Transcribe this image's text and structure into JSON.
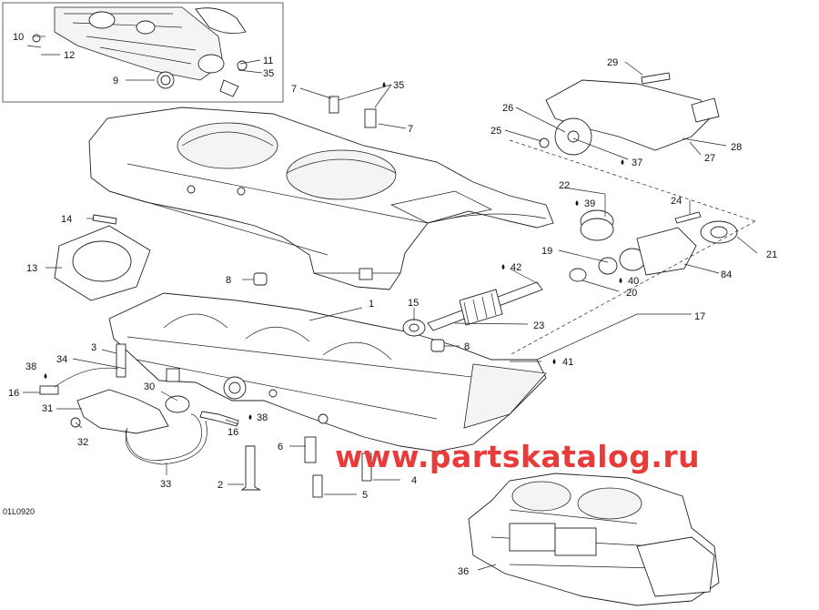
{
  "diagram": {
    "code": "01L0920",
    "watermark": "www.partskatalog.ru",
    "callouts": [
      {
        "id": "10",
        "text": "10"
      },
      {
        "id": "12",
        "text": "12"
      },
      {
        "id": "9",
        "text": "9"
      },
      {
        "id": "11",
        "text": "11"
      },
      {
        "id": "35a",
        "text": "35"
      },
      {
        "id": "7a",
        "text": "7"
      },
      {
        "id": "35b",
        "text": "35"
      },
      {
        "id": "7b",
        "text": "7"
      },
      {
        "id": "29",
        "text": "29"
      },
      {
        "id": "26",
        "text": "26"
      },
      {
        "id": "25",
        "text": "25"
      },
      {
        "id": "28",
        "text": "28"
      },
      {
        "id": "37",
        "text": "37"
      },
      {
        "id": "27",
        "text": "27"
      },
      {
        "id": "22",
        "text": "22"
      },
      {
        "id": "39",
        "text": "39"
      },
      {
        "id": "24",
        "text": "24"
      },
      {
        "id": "21",
        "text": "21"
      },
      {
        "id": "19",
        "text": "19"
      },
      {
        "id": "84",
        "text": "84"
      },
      {
        "id": "42",
        "text": "42"
      },
      {
        "id": "40",
        "text": "40"
      },
      {
        "id": "20",
        "text": "20"
      },
      {
        "id": "14",
        "text": "14"
      },
      {
        "id": "13",
        "text": "13"
      },
      {
        "id": "8a",
        "text": "8"
      },
      {
        "id": "1",
        "text": "1"
      },
      {
        "id": "15",
        "text": "15"
      },
      {
        "id": "23",
        "text": "23"
      },
      {
        "id": "17",
        "text": "17"
      },
      {
        "id": "8b",
        "text": "8"
      },
      {
        "id": "41",
        "text": "41"
      },
      {
        "id": "34",
        "text": "34"
      },
      {
        "id": "3",
        "text": "3"
      },
      {
        "id": "38a",
        "text": "38"
      },
      {
        "id": "16a",
        "text": "16"
      },
      {
        "id": "30",
        "text": "30"
      },
      {
        "id": "31",
        "text": "31"
      },
      {
        "id": "38b",
        "text": "38"
      },
      {
        "id": "16b",
        "text": "16"
      },
      {
        "id": "32",
        "text": "32"
      },
      {
        "id": "6",
        "text": "6"
      },
      {
        "id": "33",
        "text": "33"
      },
      {
        "id": "4",
        "text": "4"
      },
      {
        "id": "2",
        "text": "2"
      },
      {
        "id": "5",
        "text": "5"
      },
      {
        "id": "36",
        "text": "36"
      }
    ]
  }
}
